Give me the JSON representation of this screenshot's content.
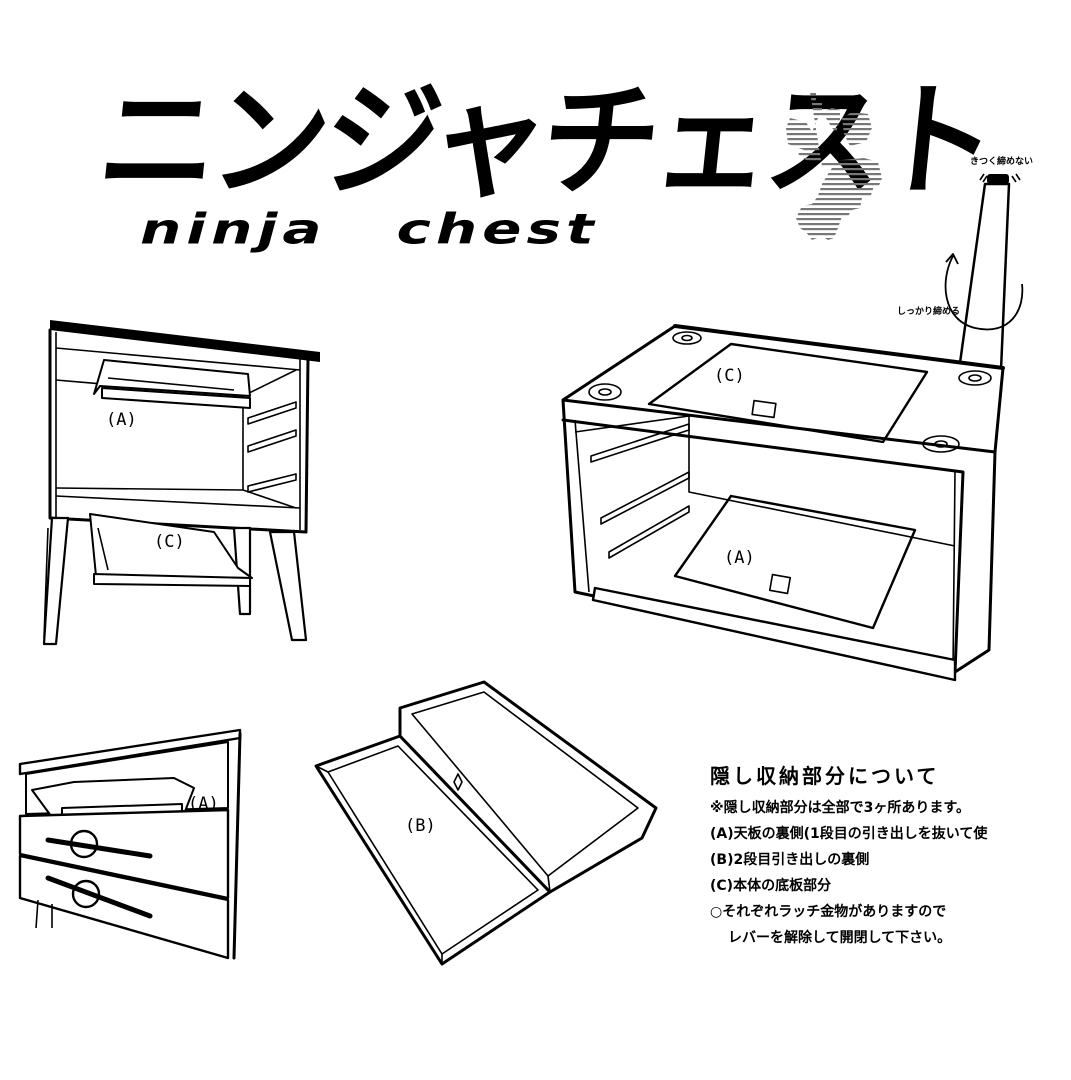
{
  "header": {
    "title_jp": "ニンジャチェスト",
    "title_en_word1": "ninja",
    "title_en_word2": "chest",
    "mascot_icon": "ninja-silhouette-icon"
  },
  "leg_note": {
    "top_label": "きつく締めない",
    "side_label": "しっかり締める"
  },
  "figures": {
    "front_view": {
      "label_a": "(A)",
      "label_c": "(C)"
    },
    "body_view": {
      "label_c": "(C)",
      "label_a": "(A)"
    },
    "drawer_closeup": {
      "label_a": "(A)"
    },
    "drawer_flipped": {
      "label_b": "(B)"
    }
  },
  "info": {
    "title": "隠し収納部分について",
    "lines": [
      "※隠し収納部分は全部で3ヶ所あります。",
      "(A)天板の裏側(1段目の引き出しを抜いて使",
      "(B)2段目引き出しの裏側",
      "(C)本体の底板部分",
      "○それぞれラッチ金物がありますので",
      "レバーを解除して開閉して下さい。"
    ]
  },
  "colors": {
    "ink": "#000000",
    "paper": "#ffffff",
    "ghost": "#f4f4f4"
  }
}
